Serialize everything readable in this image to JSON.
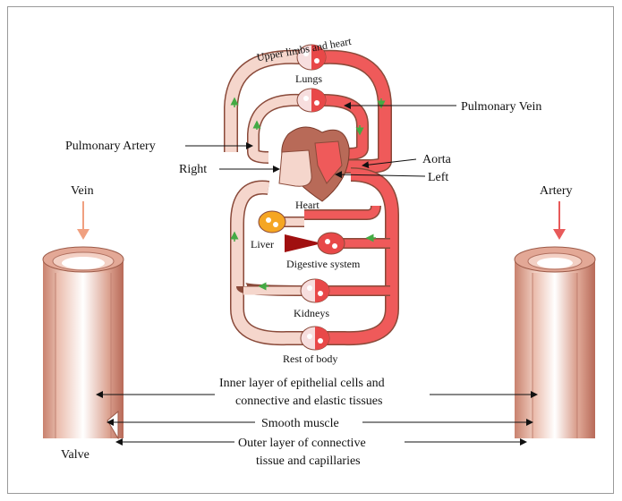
{
  "labels": {
    "upper_limbs": "Upper limbs and heart",
    "lungs": "Lungs",
    "pulmonary_vein": "Pulmonary Vein",
    "pulmonary_artery": "Pulmonary Artery",
    "aorta": "Aorta",
    "right": "Right",
    "left": "Left",
    "heart": "Heart",
    "liver": "Liver",
    "digestive": "Digestive system",
    "kidneys": "Kidneys",
    "rest": "Rest of body",
    "vein": "Vein",
    "artery": "Artery",
    "valve": "Valve",
    "inner_line1": "Inner layer of epithelial cells and",
    "inner_line2": "connective and elastic tissues",
    "smooth": "Smooth muscle",
    "outer_line1": "Outer layer of connective",
    "outer_line2": "tissue and capillaries"
  },
  "colors": {
    "oxygenated": "#ef5a5a",
    "deoxygenated": "#f5d6cc",
    "vessel_outline": "#8a4a3a",
    "vein_arrow": "#f0a080",
    "artery_arrow": "#e85a5a",
    "flow_arrow": "#44aa44",
    "heart": "#b86a58",
    "liver": "#f5a623",
    "digestive": "#a01010"
  }
}
